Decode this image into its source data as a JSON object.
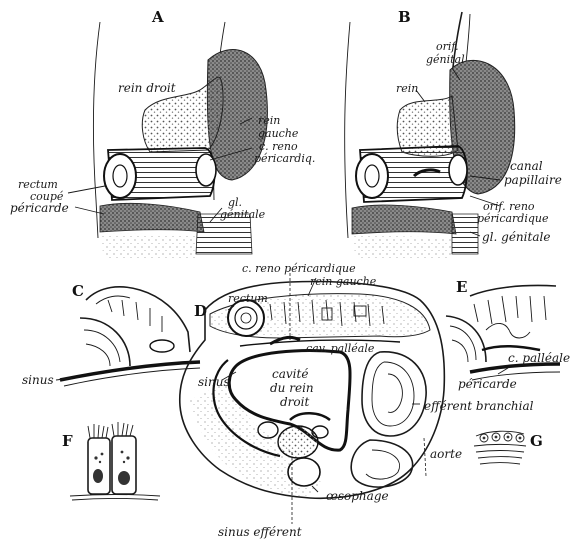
{
  "panels": {
    "A": {
      "letter": "A",
      "labels": {
        "rein_droit": "rein droit",
        "rein_gauche_1": "rein",
        "rein_gauche_2": "gauche",
        "c_reno_1": "c. reno",
        "c_reno_2": "péricardiq.",
        "rectum_1": "rectum",
        "rectum_2": "coupé",
        "pericarde": "péricarde",
        "gl_1": "gl.",
        "gl_2": "génitale"
      }
    },
    "B": {
      "letter": "B",
      "labels": {
        "orif_1": "orif.",
        "orif_2": "génital",
        "rein": "rein",
        "canal_1": "canal",
        "canal_2": "papillaire",
        "orif_reno_1": "orif. reno",
        "orif_reno_2": "péricardique",
        "gl_genitale": "gl. génitale"
      }
    },
    "C": {
      "letter": "C",
      "labels": {
        "sinus": "sinus"
      }
    },
    "D": {
      "letter": "D",
      "labels": {
        "c_reno_pericardique": "c. reno péricardique",
        "rein_gauche": "rein gauche",
        "rectum": "rectum",
        "cav_palleale": "cav. palléale",
        "cavite_1": "cavité",
        "cavite_2": "du rein",
        "cavite_3": "droit",
        "sinus": "sinus",
        "efferent_branchial": "efférent branchial",
        "aorte": "aorte",
        "oesophage": "œsophage",
        "sinus_efferent": "sinus efférent"
      }
    },
    "E": {
      "letter": "E",
      "labels": {
        "c_palleale": "c. palléale",
        "pericarde": "péricarde"
      }
    },
    "F": {
      "letter": "F"
    },
    "G": {
      "letter": "G"
    }
  }
}
